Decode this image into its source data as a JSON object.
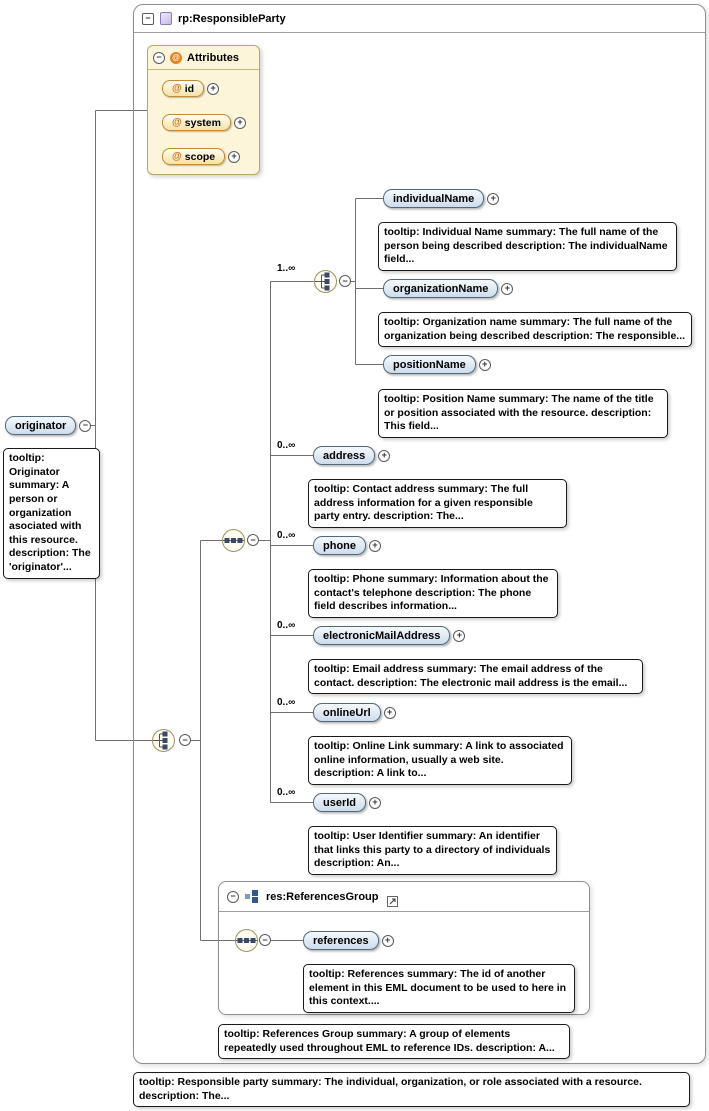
{
  "icons": {
    "plus": "+",
    "minus": "−",
    "at": "@"
  },
  "root": {
    "label": "rp:ResponsibleParty",
    "tooltip": "tooltip: Responsible party summary: The individual, organization, or role associated with a resource. description: The..."
  },
  "attributes": {
    "header": "Attributes",
    "items": [
      {
        "label": "id"
      },
      {
        "label": "system"
      },
      {
        "label": "scope"
      }
    ]
  },
  "originator": {
    "label": "originator",
    "tooltip": "tooltip: Originator summary: A person or organization asociated with this resource. description: The 'originator'..."
  },
  "name_choice": {
    "cardinality": "1..∞",
    "items": [
      {
        "label": "individualName",
        "tooltip": "tooltip: Individual Name summary: The full name of the person being described description: The individualName field..."
      },
      {
        "label": "organizationName",
        "tooltip": "tooltip: Organization name summary: The full name of the organization being described description: The responsible..."
      },
      {
        "label": "positionName",
        "tooltip": "tooltip: Position Name summary: The name of the title or position associated with the resource. description: This field..."
      }
    ]
  },
  "party_elements": [
    {
      "label": "address",
      "cardinality": "0..∞",
      "tooltip": "tooltip: Contact address summary: The full address information for a given responsible party entry. description: The..."
    },
    {
      "label": "phone",
      "cardinality": "0..∞",
      "tooltip": "tooltip: Phone summary: Information about the contact's telephone description: The phone field describes information..."
    },
    {
      "label": "electronicMailAddress",
      "cardinality": "0..∞",
      "tooltip": "tooltip: Email address summary: The email address of the contact. description: The electronic mail address is the email..."
    },
    {
      "label": "onlineUrl",
      "cardinality": "0..∞",
      "tooltip": "tooltip: Online Link summary: A link to associated online information, usually a web site. description: A link to..."
    },
    {
      "label": "userId",
      "cardinality": "0..∞",
      "tooltip": "tooltip: User Identifier summary: An identifier that links this party to a directory of individuals description: An..."
    }
  ],
  "references_group": {
    "label": "res:ReferencesGroup",
    "tooltip": "tooltip: References Group summary: A group of elements repeatedly used throughout EML to reference IDs. description: A...",
    "references": {
      "label": "references",
      "tooltip": "tooltip: References summary: The id of another element in this EML document to be used to here in this context...."
    }
  }
}
